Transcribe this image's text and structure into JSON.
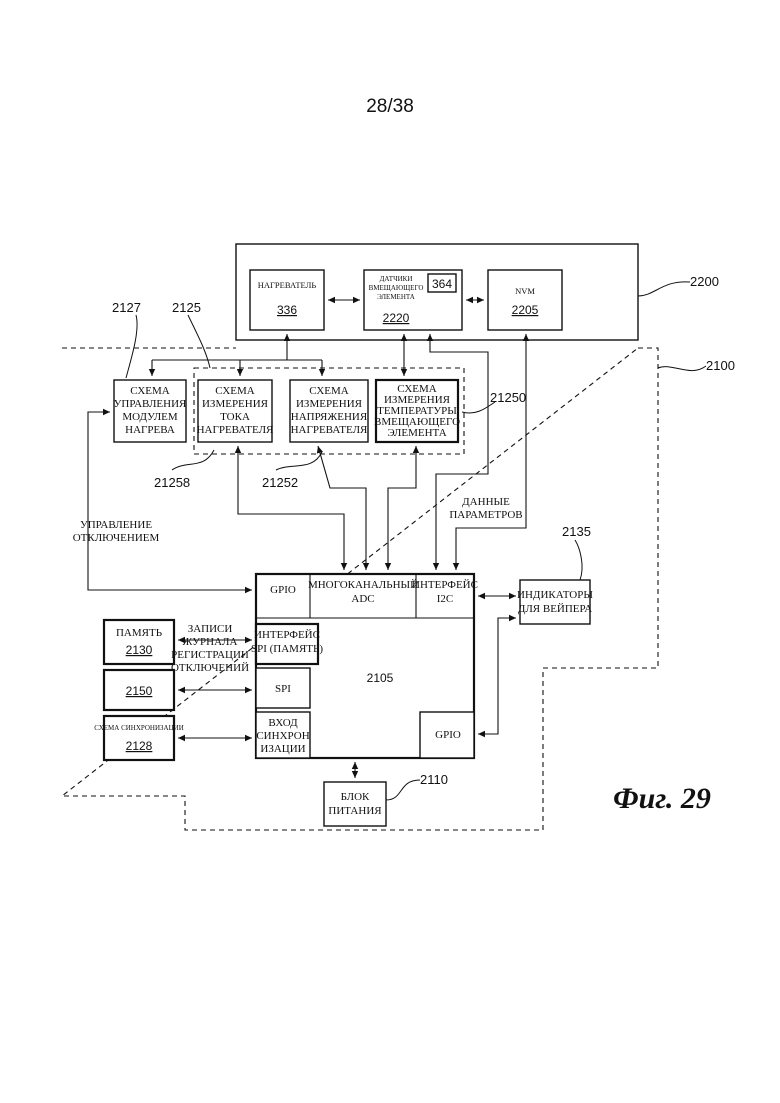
{
  "page_number": "28/38",
  "figure_label": "Фиг. 29",
  "refs": {
    "r2200": "2200",
    "r2100": "2100",
    "r2127": "2127",
    "r2125": "2125",
    "r21250": "21250",
    "r21258": "21258",
    "r21252": "21252",
    "r2135": "2135",
    "r2110": "2110"
  },
  "blocks": {
    "heater": {
      "title": "НАГРЕВАТЕЛЬ",
      "number": "336"
    },
    "receptacle_sensors": {
      "lines": [
        "ДАТЧИКИ",
        "ВМЕЩАЮЩЕГО",
        "ЭЛЕМЕНТА"
      ],
      "tag": "364",
      "number": "2220"
    },
    "nvm": {
      "title": "NVM",
      "number": "2205"
    },
    "heat_control": {
      "lines": [
        "СХЕМА",
        "УПРАВЛЕНИЯ",
        "МОДУЛЕМ",
        "НАГРЕВА"
      ]
    },
    "current_meas": {
      "lines": [
        "СХЕМА",
        "ИЗМЕРЕНИЯ",
        "ТОКА",
        "НАГРЕВАТЕЛЯ"
      ]
    },
    "voltage_meas": {
      "lines": [
        "СХЕМА",
        "ИЗМЕРЕНИЯ",
        "НАПРЯЖЕНИЯ",
        "НАГРЕВАТЕЛЯ"
      ]
    },
    "temp_meas": {
      "lines": [
        "СХЕМА",
        "ИЗМЕРЕНИЯ",
        "ТЕМПЕРАТУРЫ",
        "ВМЕЩАЮЩЕГО",
        "ЭЛЕМЕНТА"
      ]
    },
    "indicators": {
      "lines": [
        "ИНДИКАТОРЫ",
        "ДЛЯ ВЕЙПЕРА"
      ]
    },
    "memory": {
      "title": "ПАМЯТЬ",
      "number": "2130"
    },
    "block_2150": {
      "number": "2150"
    },
    "sync_circuit": {
      "title": "СХЕМА СИНХРОНИЗАЦИИ",
      "number": "2128"
    },
    "power": {
      "lines": [
        "БЛОК",
        "ПИТАНИЯ"
      ]
    },
    "mcu": {
      "number": "2105",
      "gpio_top": "GPIO",
      "adc": [
        "МНОГОКАНАЛЬНЫЙ",
        "ADC"
      ],
      "i2c": [
        "ИНТЕРФЕЙС",
        "I2C"
      ],
      "spi_mem": [
        "ИНТЕРФЕЙС",
        "SPI (ПАМЯТЬ)"
      ],
      "spi": "SPI",
      "sync_in": [
        "ВХОД",
        "СИНХРОН",
        "ИЗАЦИИ"
      ],
      "gpio_bottom": "GPIO"
    }
  },
  "annotations": {
    "shutdown_control": [
      "УПРАВЛЕНИЕ",
      "ОТКЛЮЧЕНИЕМ"
    ],
    "param_data": [
      "ДАННЫЕ",
      "ПАРАМЕТРОВ"
    ],
    "shutdown_log": [
      "ЗАПИСИ",
      "ЖУРНАЛА",
      "РЕГИСТРАЦИИ",
      "ОТКЛЮЧЕНИЙ"
    ]
  }
}
